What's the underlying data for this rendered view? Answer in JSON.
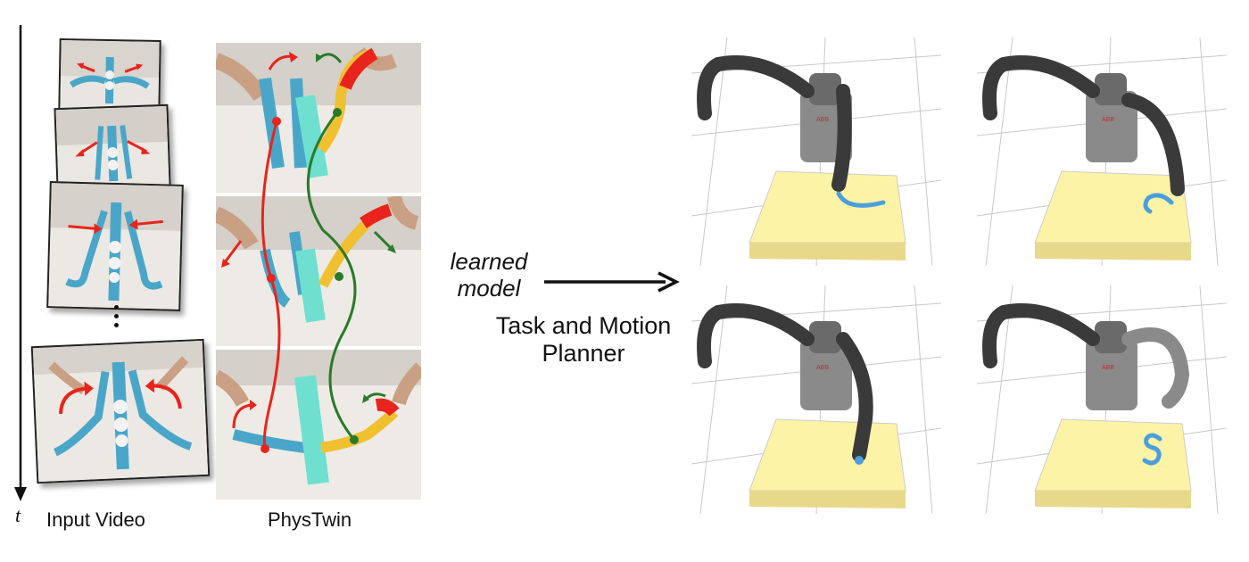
{
  "time_axis_label": "t",
  "input_video": {
    "caption": "Input Video"
  },
  "physics_model": {
    "caption": "PhysTwin"
  },
  "learned_model": {
    "line1": "learned",
    "line2": "model"
  },
  "planner": {
    "line1": "Task and Motion",
    "line2": "Planner"
  },
  "colors": {
    "rope_blue": "#4a9fdc",
    "table_yellow": "#fdf3a6",
    "arrow_red": "#e8241c",
    "arrow_green": "#2a7a2a",
    "robot_dark": "#3a3a3a"
  },
  "simulation_frames": [
    {
      "logo": "ABB"
    },
    {
      "logo": "ABB"
    },
    {
      "logo": "ABB"
    },
    {
      "logo": "ABB"
    }
  ]
}
